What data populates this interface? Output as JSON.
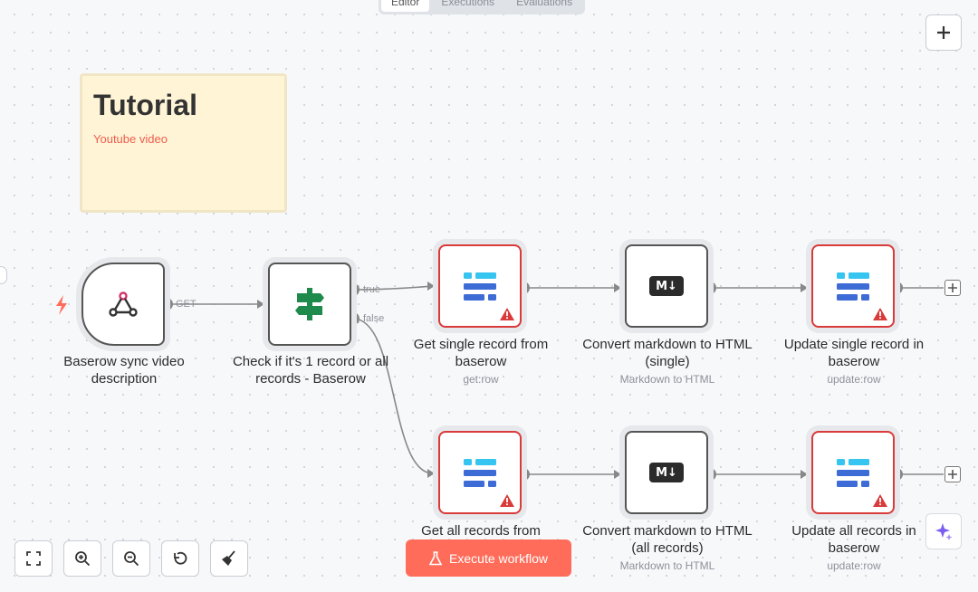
{
  "tabs": [
    {
      "label": "Editor",
      "active": true
    },
    {
      "label": "Executions"
    },
    {
      "label": "Evaluations"
    }
  ],
  "sticky": {
    "title": "Tutorial",
    "link": "Youtube video"
  },
  "edges": {
    "get": "GET",
    "true": "true",
    "false": "false"
  },
  "nodes": {
    "trigger": {
      "label": "Baserow sync video description"
    },
    "if": {
      "label": "Check if it's 1 record or all records - Baserow"
    },
    "get_single": {
      "label": "Get single record from baserow",
      "sub": "get:row"
    },
    "convert_single": {
      "label": "Convert markdown to HTML (single)",
      "sub": "Markdown to HTML"
    },
    "update_single": {
      "label": "Update single record in baserow",
      "sub": "update:row"
    },
    "get_all": {
      "label": "Get all records from"
    },
    "convert_all": {
      "label": "Convert markdown to HTML (all records)",
      "sub": "Markdown to HTML"
    },
    "update_all": {
      "label": "Update all records in baserow",
      "sub": "update:row"
    }
  },
  "toolbar": {
    "execute": "Execute workflow"
  },
  "colors": {
    "accent": "#ff6d5a",
    "error": "#d93a3a",
    "baserow_blue": "#3d6cd6",
    "baserow_cyan": "#36c5f0",
    "if_green": "#1e8a4c"
  },
  "icons": [
    "webhook-icon",
    "if-signpost-icon",
    "baserow-icon",
    "markdown-icon",
    "warning-icon",
    "flask-icon",
    "sparkle-icon"
  ]
}
